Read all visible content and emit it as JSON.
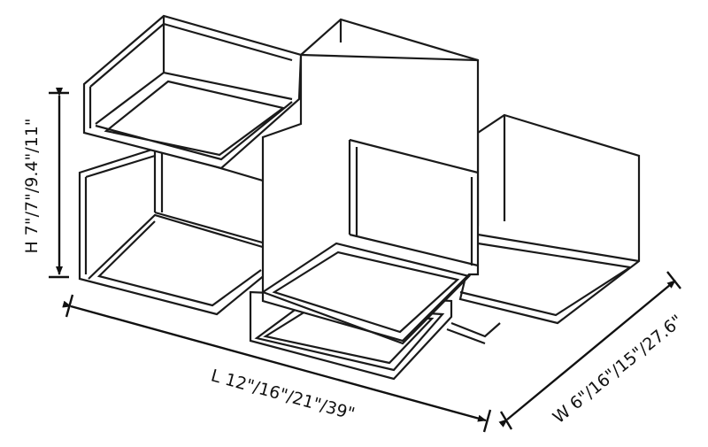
{
  "dimensions": {
    "height_label": "H 7\"/7\"/9.4\"/11\"",
    "length_label": "L 12\"/16\"/21\"/39\"",
    "width_label": "W 6\"/16\"/15\"/27.6\""
  },
  "colors": {
    "line": "#1a1a1a",
    "background": "#ffffff"
  }
}
